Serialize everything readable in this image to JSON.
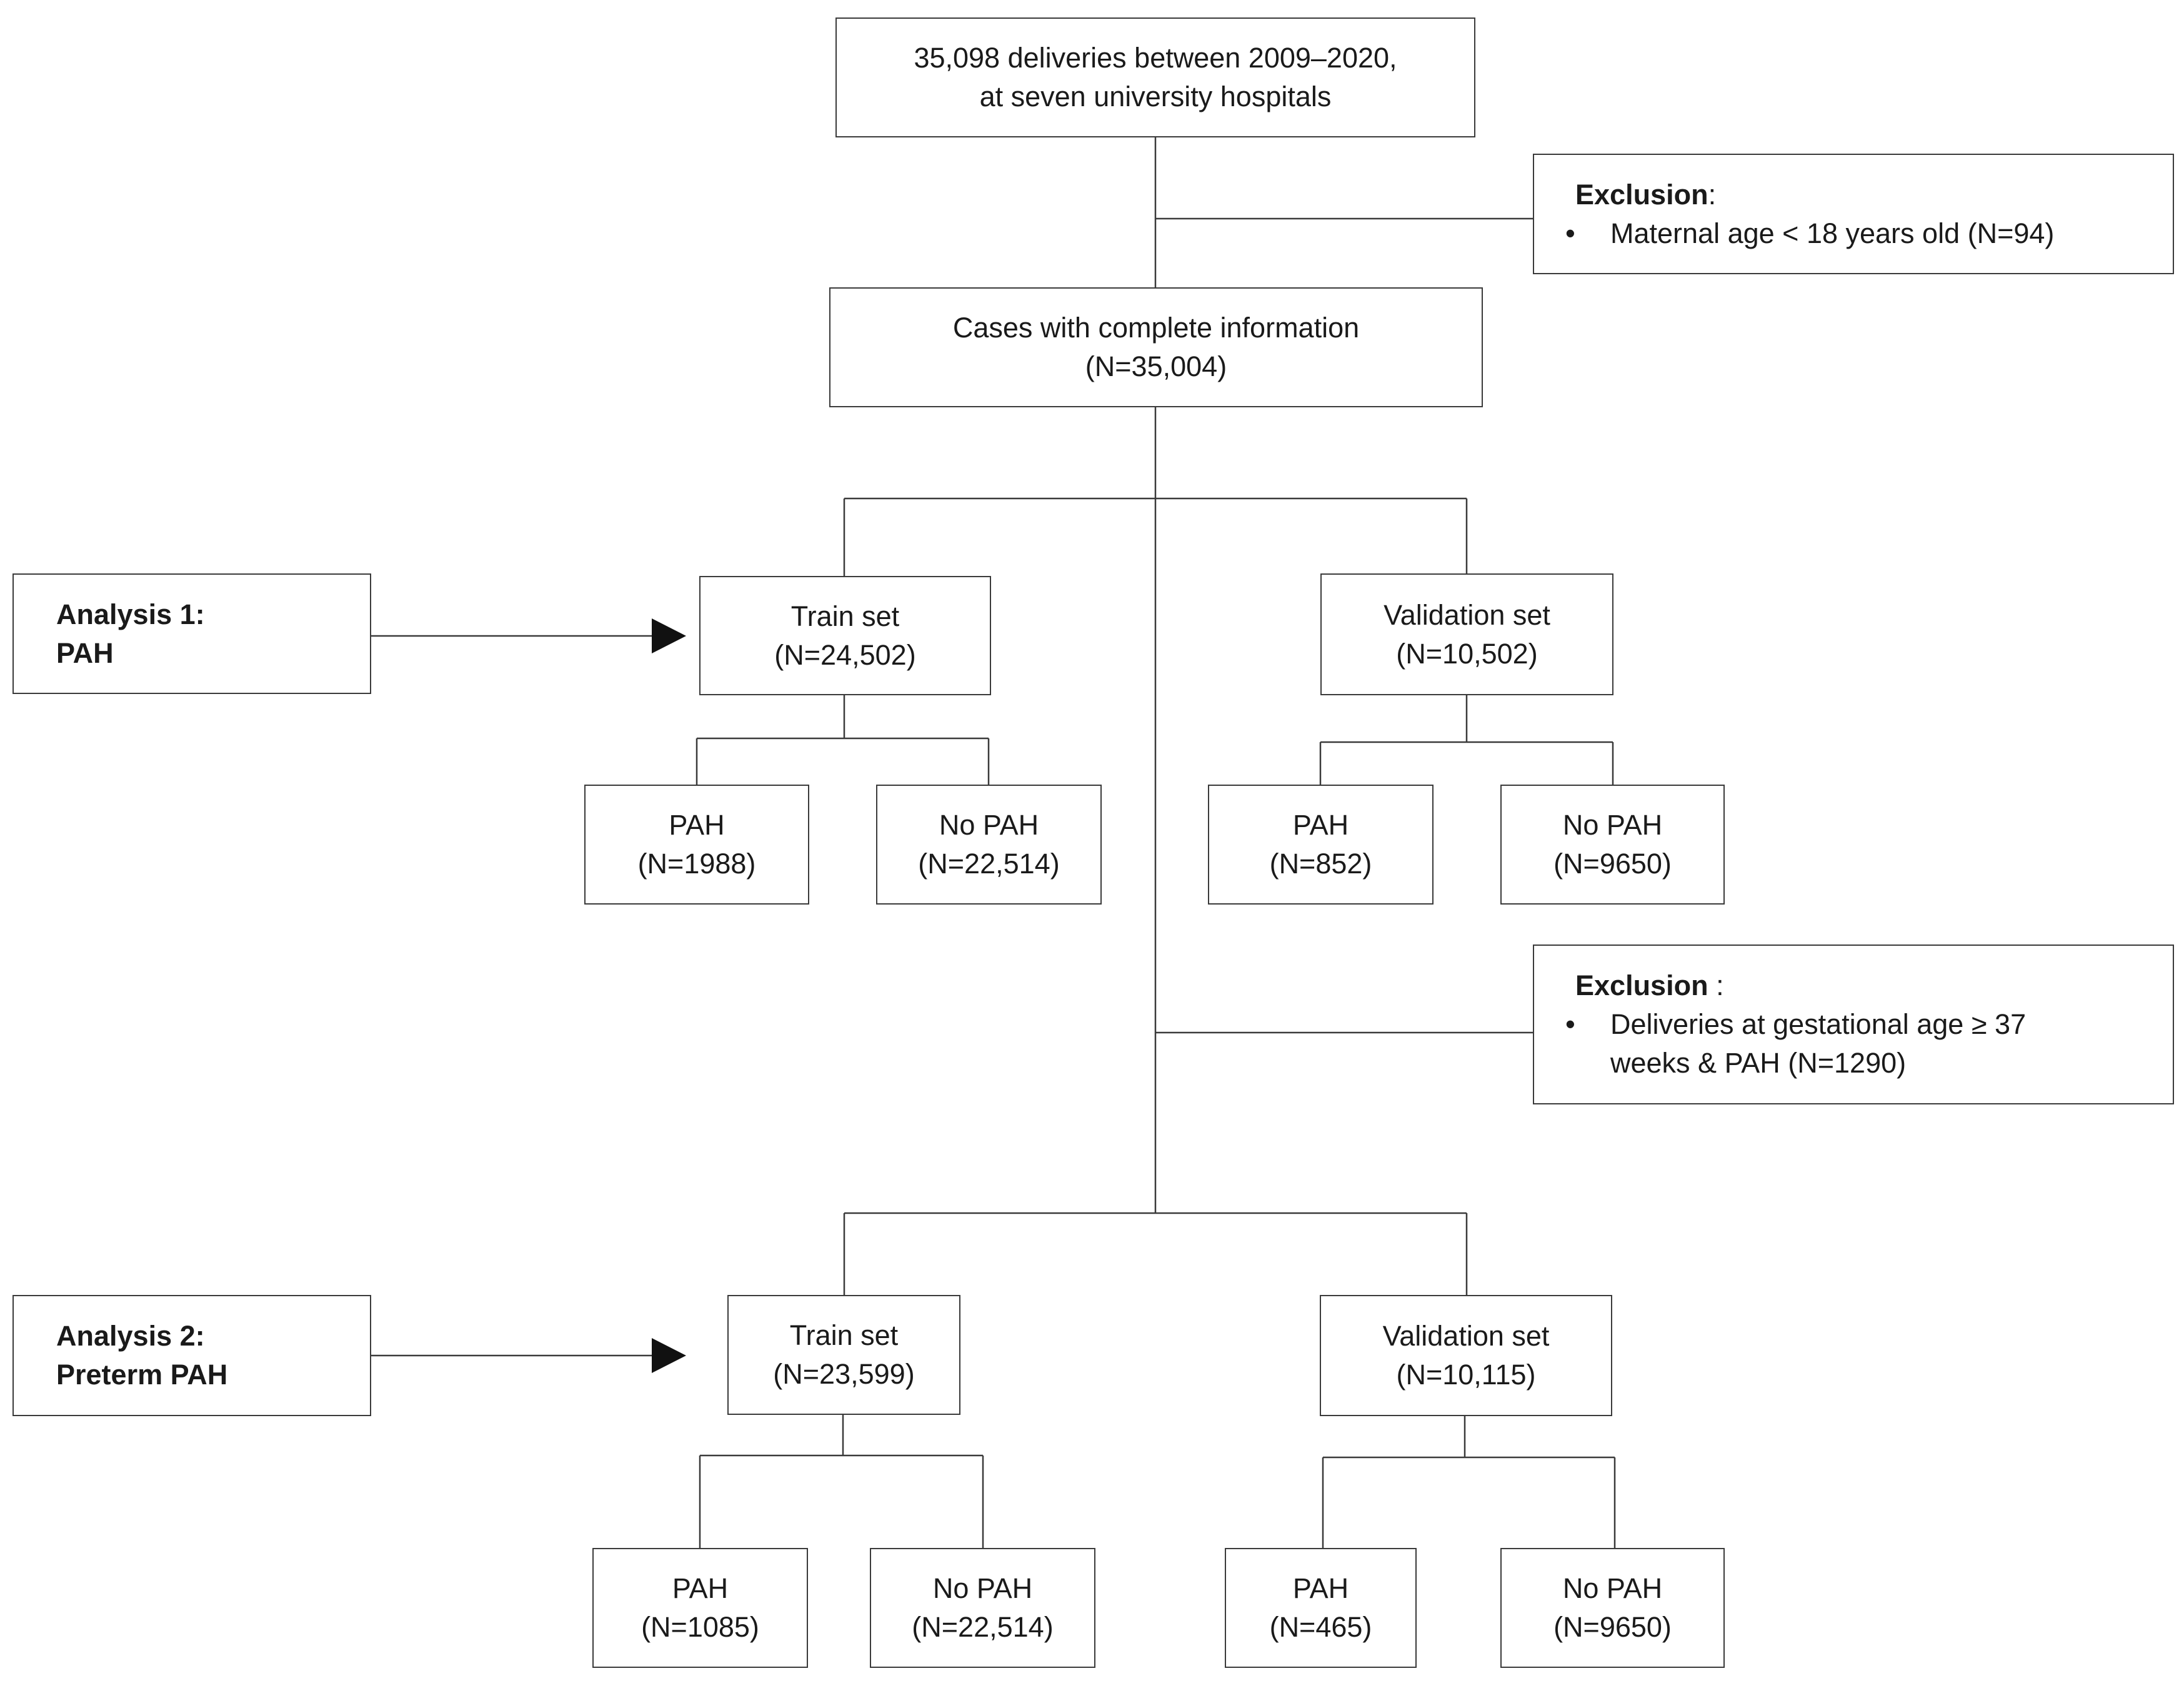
{
  "top": {
    "line1": "35,098 deliveries between 2009–2020,",
    "line2": "at seven university hospitals"
  },
  "exclusion1": {
    "title": "Exclusion",
    "colon": ":",
    "bullet": "•",
    "item": "Maternal age < 18 years old (N=94)"
  },
  "complete": {
    "line1": "Cases with complete information",
    "line2": "(N=35,004)"
  },
  "analysis1": {
    "line1": "Analysis 1:",
    "line2": "PAH",
    "train": {
      "label": "Train set",
      "n": "(N=24,502)"
    },
    "validation": {
      "label": "Validation set",
      "n": "(N=10,502)"
    },
    "train_pah": {
      "label": "PAH",
      "n": "(N=1988)"
    },
    "train_nopah": {
      "label": "No PAH",
      "n": "(N=22,514)"
    },
    "val_pah": {
      "label": "PAH",
      "n": "(N=852)"
    },
    "val_nopah": {
      "label": "No PAH",
      "n": "(N=9650)"
    }
  },
  "exclusion2": {
    "title": "Exclusion",
    "colon": " :",
    "bullet": "•",
    "item": "Deliveries at gestational age ≥ 37 weeks  & PAH (N=1290)"
  },
  "analysis2": {
    "line1": "Analysis 2:",
    "line2": "Preterm PAH",
    "train": {
      "label": "Train set",
      "n": "(N=23,599)"
    },
    "validation": {
      "label": "Validation set",
      "n": "(N=10,115)"
    },
    "train_pah": {
      "label": "PAH",
      "n": "(N=1085)"
    },
    "train_nopah": {
      "label": "No PAH",
      "n": "(N=22,514)"
    },
    "val_pah": {
      "label": "PAH",
      "n": "(N=465)"
    },
    "val_nopah": {
      "label": "No PAH",
      "n": "(N=9650)"
    }
  }
}
